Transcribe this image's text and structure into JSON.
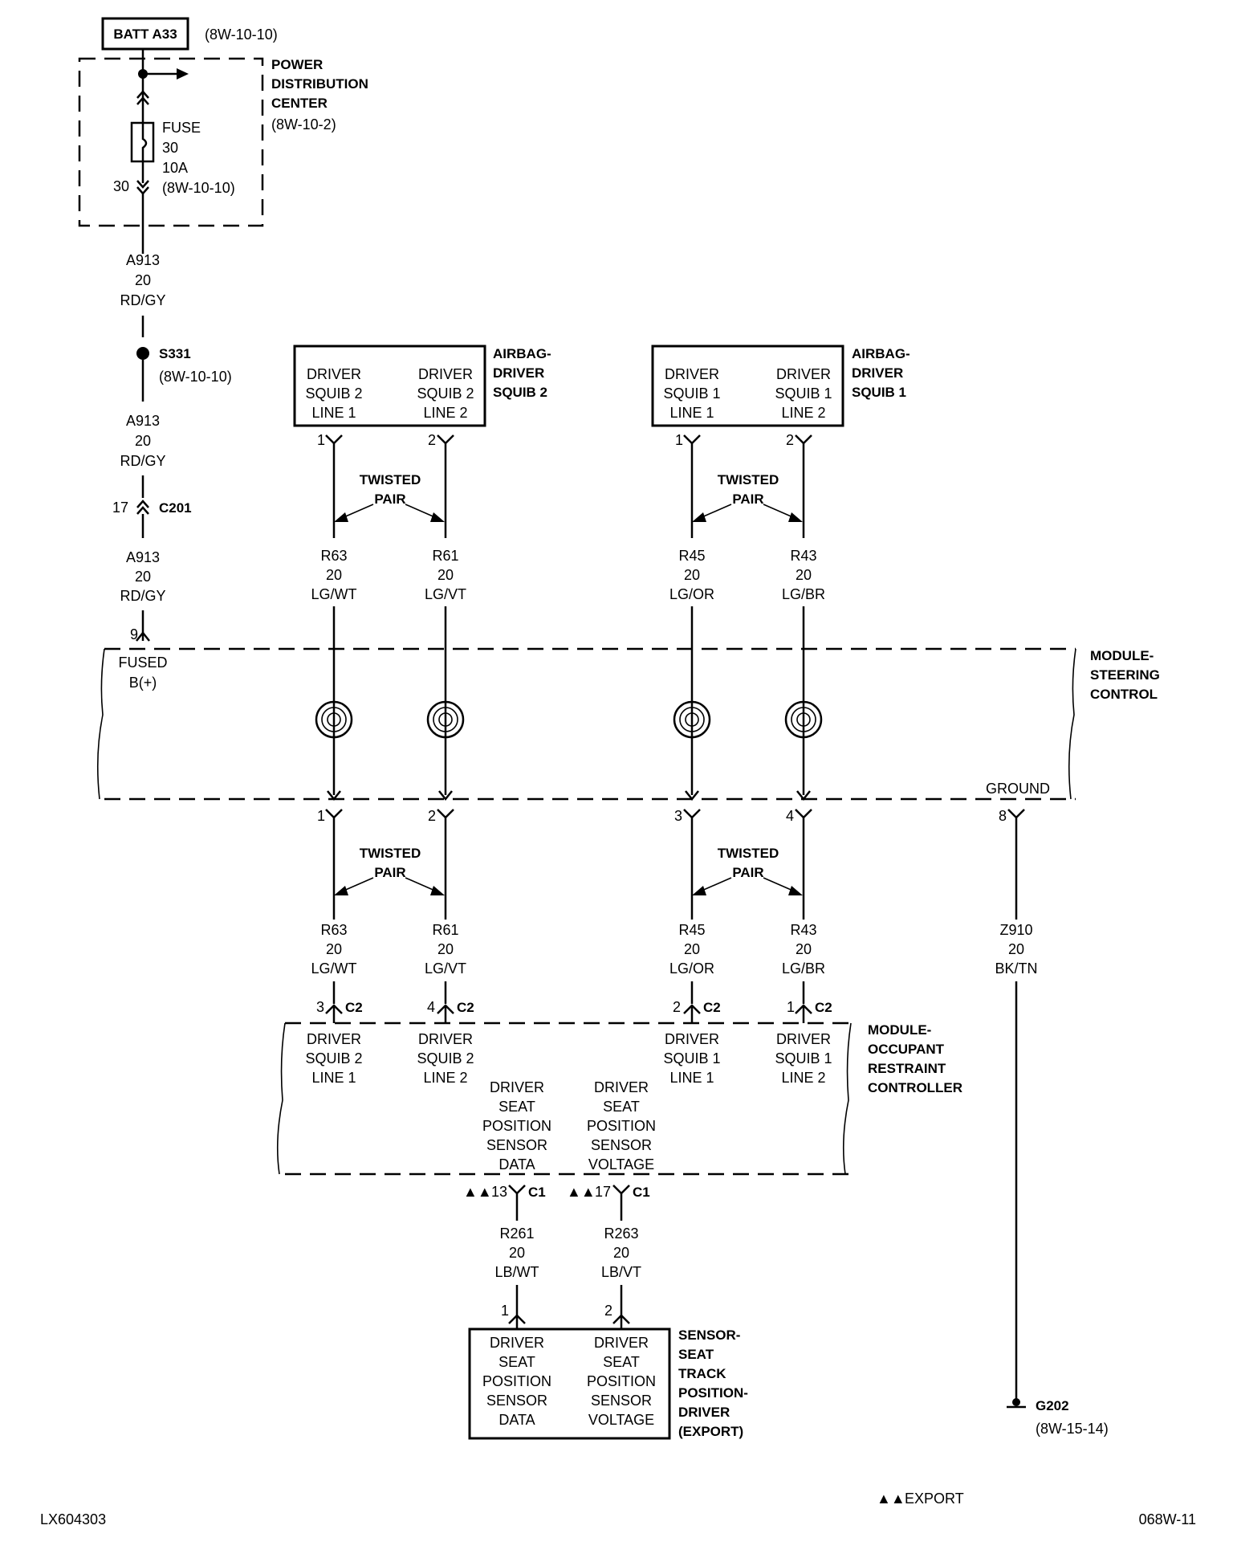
{
  "batt": {
    "label": "BATT A33",
    "ref": "(8W-10-10)"
  },
  "pdc": {
    "title": [
      "POWER",
      "DISTRIBUTION",
      "CENTER"
    ],
    "ref": "(8W-10-2)",
    "fuse": [
      "FUSE",
      "30",
      "10A",
      "(8W-10-10)"
    ],
    "pin": "30"
  },
  "power_wire": {
    "segments": [
      [
        "A913",
        "20",
        "RD/GY"
      ],
      [
        "A913",
        "20",
        "RD/GY"
      ],
      [
        "A913",
        "20",
        "RD/GY"
      ]
    ],
    "splice": {
      "name": "S331",
      "ref": "(8W-10-10)"
    },
    "connector": {
      "pin": "17",
      "name": "C201"
    },
    "scm_pin": "9",
    "scm_label": [
      "FUSED",
      "B(+)"
    ]
  },
  "squib2": {
    "title": [
      "AIRBAG-",
      "DRIVER",
      "SQUIB 2"
    ],
    "line1": [
      "DRIVER",
      "SQUIB 2",
      "LINE 1"
    ],
    "line2": [
      "DRIVER",
      "SQUIB 2",
      "LINE 2"
    ],
    "pin1": "1",
    "pin2": "2"
  },
  "squib1": {
    "title": [
      "AIRBAG-",
      "DRIVER",
      "SQUIB 1"
    ],
    "line1": [
      "DRIVER",
      "SQUIB 1",
      "LINE 1"
    ],
    "line2": [
      "DRIVER",
      "SQUIB 1",
      "LINE 2"
    ],
    "pin1": "1",
    "pin2": "2"
  },
  "twisted_pair": [
    "TWISTED",
    "PAIR"
  ],
  "wires": {
    "r63": [
      "R63",
      "20",
      "LG/WT"
    ],
    "r61": [
      "R61",
      "20",
      "LG/VT"
    ],
    "r45": [
      "R45",
      "20",
      "LG/OR"
    ],
    "r43": [
      "R43",
      "20",
      "LG/BR"
    ],
    "z910": [
      "Z910",
      "20",
      "BK/TN"
    ],
    "r261": [
      "R261",
      "20",
      "LB/WT"
    ],
    "r263": [
      "R263",
      "20",
      "LB/VT"
    ]
  },
  "scm": {
    "title": [
      "MODULE-",
      "STEERING",
      "CONTROL"
    ],
    "ground_label": "GROUND",
    "pins_bottom": [
      "1",
      "2",
      "3",
      "4"
    ],
    "ground_pin": "8"
  },
  "orc": {
    "title": [
      "MODULE-",
      "OCCUPANT",
      "RESTRAINT",
      "CONTROLLER"
    ],
    "c2_pins": [
      "3",
      "4",
      "2",
      "1"
    ],
    "c2": "C2",
    "labels": {
      "s2l1": [
        "DRIVER",
        "SQUIB 2",
        "LINE 1"
      ],
      "s2l2": [
        "DRIVER",
        "SQUIB 2",
        "LINE 2"
      ],
      "s1l1": [
        "DRIVER",
        "SQUIB 1",
        "LINE 1"
      ],
      "s1l2": [
        "DRIVER",
        "SQUIB 1",
        "LINE 2"
      ],
      "data": [
        "DRIVER",
        "SEAT",
        "POSITION",
        "SENSOR",
        "DATA"
      ],
      "voltage": [
        "DRIVER",
        "SEAT",
        "POSITION",
        "SENSOR",
        "VOLTAGE"
      ]
    },
    "c1_pins": [
      "13",
      "17"
    ],
    "c1": "C1"
  },
  "sensor": {
    "title": [
      "SENSOR-",
      "SEAT",
      "TRACK",
      "POSITION-",
      "DRIVER",
      "(EXPORT)"
    ],
    "pin1": "1",
    "pin2": "2",
    "data": [
      "DRIVER",
      "SEAT",
      "POSITION",
      "SENSOR",
      "DATA"
    ],
    "voltage": [
      "DRIVER",
      "SEAT",
      "POSITION",
      "SENSOR",
      "VOLTAGE"
    ]
  },
  "ground": {
    "name": "G202",
    "ref": "(8W-15-14)"
  },
  "export_note": "EXPORT",
  "export_marker": "▲▲",
  "footer": {
    "left": "LX604303",
    "right": "068W-11"
  }
}
